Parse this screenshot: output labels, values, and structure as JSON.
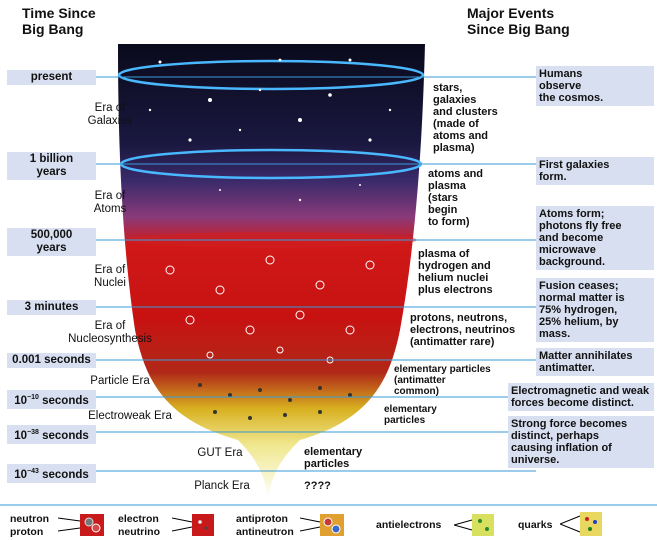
{
  "header": {
    "left_title": "Time Since\nBig Bang",
    "right_title": "Major Events\nSince Big Bang"
  },
  "times": [
    {
      "label": "present"
    },
    {
      "label": "1 billion\nyears"
    },
    {
      "label": "500,000\nyears"
    },
    {
      "label": "3 minutes"
    },
    {
      "label": "0.001 seconds"
    },
    {
      "label_base": "10",
      "label_exp": "−10",
      "label_unit": " seconds"
    },
    {
      "label_base": "10",
      "label_exp": "−38",
      "label_unit": " seconds"
    },
    {
      "label_base": "10",
      "label_exp": "−43",
      "label_unit": " seconds"
    }
  ],
  "eras": [
    "Era of\nGalaxies",
    "Era of\nAtoms",
    "Era of\nNuclei",
    "Era of\nNucleosynthesis",
    "Particle Era",
    "Electroweak Era",
    "GUT Era",
    "Planck Era"
  ],
  "contents": [
    "stars,\ngalaxies\nand clusters\n(made of\natoms and\nplasma)",
    "atoms and\nplasma\n(stars\nbegin\nto form)",
    "plasma of\nhydrogen and\nhelium nuclei\nplus electrons",
    "protons, neutrons,\nelectrons, neutrinos\n(antimatter rare)",
    "elementary particles\n(antimatter\ncommon)",
    "elementary\nparticles",
    "elementary\nparticles",
    "????"
  ],
  "events": [
    "Humans\nobserve\nthe cosmos.",
    "First galaxies\nform.",
    "Atoms form;\nphotons fly free\nand become\nmicrowave\nbackground.",
    "Fusion ceases;\nnormal matter is\n75% hydrogen,\n25% helium,  by\nmass.",
    "Matter annihilates\nantimatter.",
    "Electromagnetic and weak\nforces become distinct.",
    "Strong force becomes\ndistinct, perhaps\ncausing inflation of\nuniverse."
  ],
  "legend": {
    "neutron": "neutron",
    "proton": "proton",
    "electron": "electron",
    "neutrino": "neutrino",
    "antiproton": "antiproton",
    "antineutron": "antineutron",
    "antielectrons": "antielectrons",
    "quarks": "quarks"
  },
  "colors": {
    "label_box": "#d8dff0",
    "timeline": "#3a9ad9",
    "cone_top": "#0b0b1e",
    "cone_mid": "#cc1a1a",
    "cone_bottom": "#f2f0a8"
  }
}
